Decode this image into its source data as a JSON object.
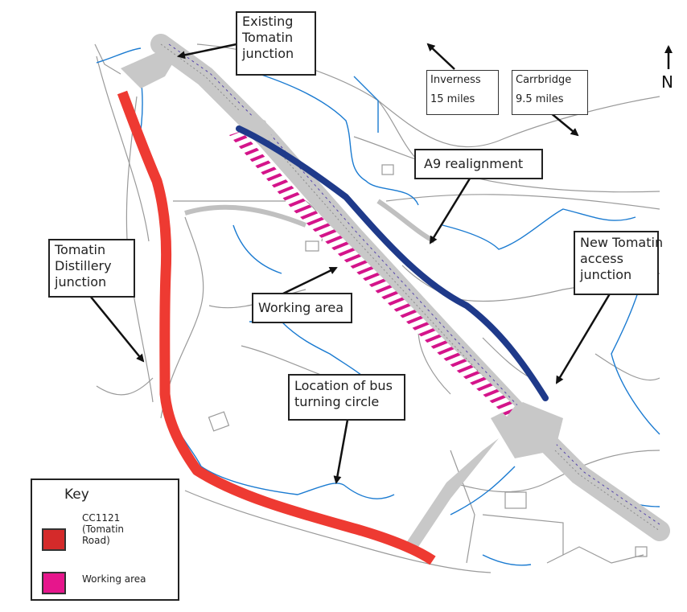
{
  "labels": {
    "existing_junction": [
      "Existing",
      "Tomatin",
      "junction"
    ],
    "inverness": [
      "Inverness",
      "15 miles"
    ],
    "carrbridge": [
      "Carrbridge",
      "9.5 miles"
    ],
    "north": "N",
    "a9_realignment": "A9 realignment",
    "distillery_junction": [
      "Tomatin",
      "Distillery",
      "junction"
    ],
    "new_access_junction": [
      "New Tomatin",
      "access",
      "junction"
    ],
    "working_area": "Working area",
    "bus_turning": [
      "Location of bus",
      "turning circle"
    ]
  },
  "key": {
    "title": "Key",
    "items": [
      {
        "label": [
          "CC1121",
          "(Tomatin",
          "Road)"
        ],
        "color": "#d42a2a"
      },
      {
        "label": [
          "Working area"
        ],
        "color": "#e6168c"
      }
    ]
  },
  "colors": {
    "red_road": "#ee3a32",
    "a9_realignment": "#1f3a8a",
    "working_area_hatch": "#d4148a",
    "water_lines": "#1b7bd1",
    "road_grey": "#b9b9b9",
    "outline_grey": "#9a9a9a"
  }
}
